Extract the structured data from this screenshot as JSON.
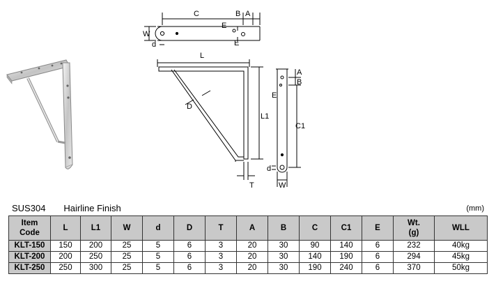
{
  "drawing_labels": {
    "top_view": {
      "C": "C",
      "B": "B",
      "A": "A",
      "W": "W",
      "E_upper": "E",
      "E_lower": "E",
      "d": "d"
    },
    "side_view": {
      "L": "L",
      "D": "D",
      "L1": "L1",
      "T": "T"
    },
    "end_view": {
      "A": "A",
      "B": "B",
      "E": "E",
      "C1": "C1",
      "d": "d",
      "W": "W"
    }
  },
  "heading": {
    "material": "SUS304",
    "finish": "Hairline  Finish",
    "unit": "(mm)"
  },
  "table": {
    "headers": [
      {
        "key": "code",
        "label": "Item\nCode"
      },
      {
        "key": "L",
        "label": "L"
      },
      {
        "key": "L1",
        "label": "L1"
      },
      {
        "key": "W",
        "label": "W"
      },
      {
        "key": "d",
        "label": "d"
      },
      {
        "key": "D",
        "label": "D"
      },
      {
        "key": "T",
        "label": "T"
      },
      {
        "key": "A",
        "label": "A"
      },
      {
        "key": "B",
        "label": "B"
      },
      {
        "key": "C",
        "label": "C"
      },
      {
        "key": "C1",
        "label": "C1"
      },
      {
        "key": "E",
        "label": "E"
      },
      {
        "key": "Wt",
        "label": "Wt.\n(g)"
      },
      {
        "key": "WLL",
        "label": "WLL"
      }
    ],
    "rows": [
      {
        "code": "KLT-150",
        "L": "150",
        "L1": "200",
        "W": "25",
        "d": "5",
        "D": "6",
        "T": "3",
        "A": "20",
        "B": "30",
        "C": "90",
        "C1": "140",
        "E": "6",
        "Wt": "232",
        "WLL": "40kg"
      },
      {
        "code": "KLT-200",
        "L": "200",
        "L1": "250",
        "W": "25",
        "d": "5",
        "D": "6",
        "T": "3",
        "A": "20",
        "B": "30",
        "C": "140",
        "C1": "190",
        "E": "6",
        "Wt": "294",
        "WLL": "45kg"
      },
      {
        "code": "KLT-250",
        "L": "250",
        "L1": "300",
        "W": "25",
        "d": "5",
        "D": "6",
        "T": "3",
        "A": "20",
        "B": "30",
        "C": "190",
        "C1": "240",
        "E": "6",
        "Wt": "370",
        "WLL": "50kg"
      }
    ]
  }
}
